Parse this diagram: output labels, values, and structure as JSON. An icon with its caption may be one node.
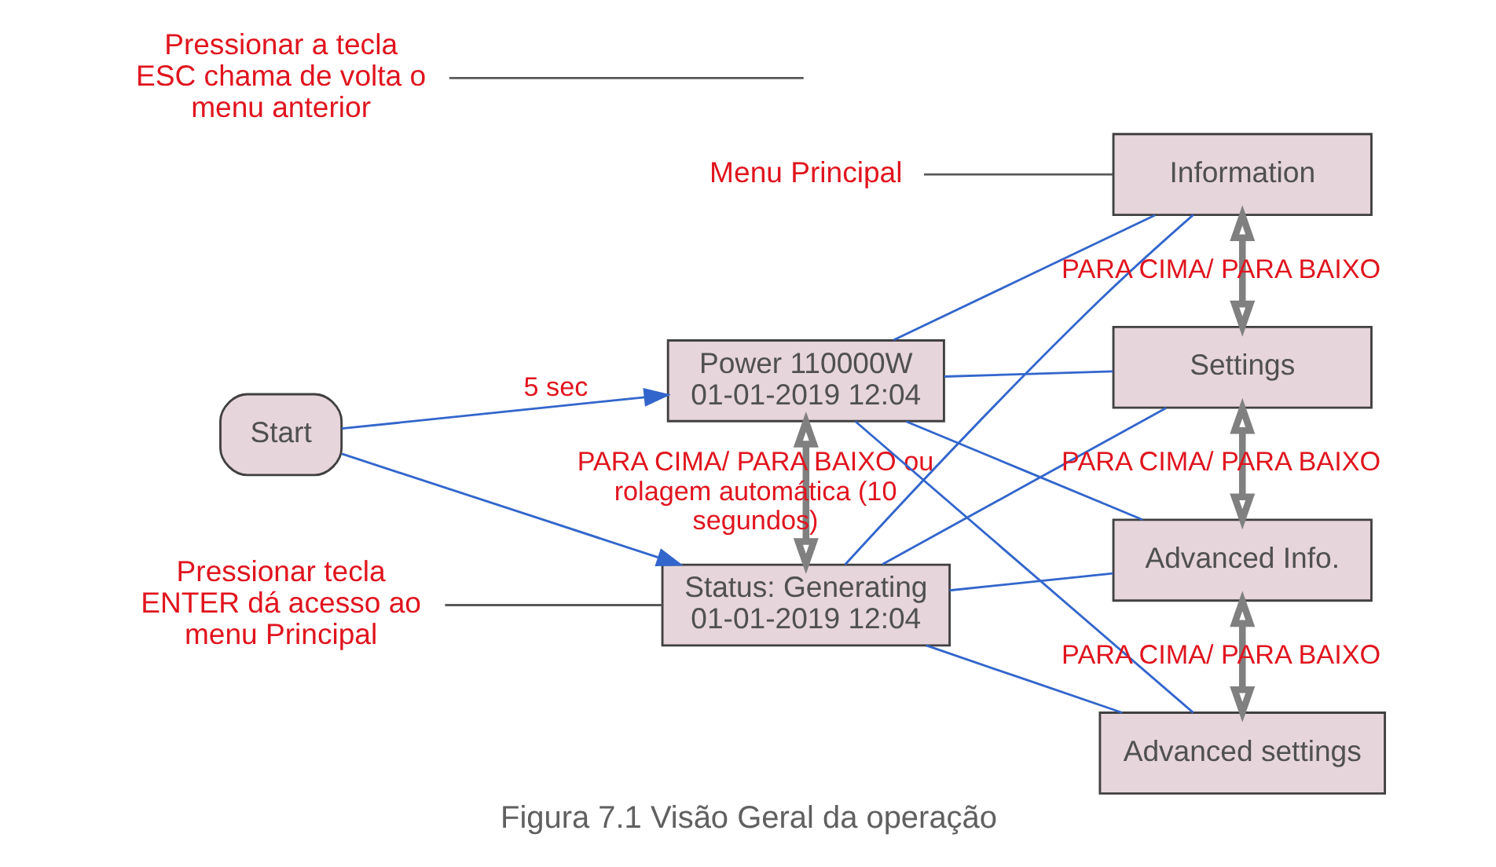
{
  "diagram": {
    "caption": "Figura 7.1 Visão Geral da operação",
    "nodes": [
      {
        "text": [
          "Start"
        ]
      },
      {
        "text": [
          "Power 110000W",
          "01-01-2019 12:04"
        ]
      },
      {
        "text": [
          "Status: Generating",
          "01-01-2019 12:04"
        ]
      },
      {
        "text": [
          "Information"
        ]
      },
      {
        "text": [
          "Settings"
        ]
      },
      {
        "text": [
          "Advanced Info."
        ]
      },
      {
        "text": [
          "Advanced settings"
        ]
      },
      {
        "text": [
          "Pressionar a tecla ESC chama de volta o menu anterior"
        ]
      },
      {
        "text": [
          "Pressionar tecla ENTER dá acesso ao menu Principal"
        ]
      },
      {
        "text": [
          "Menu Principal"
        ]
      }
    ],
    "edges": [
      {
        "from": 0,
        "to": 1,
        "arrow": "to",
        "label": "5 sec"
      },
      {
        "from": 0,
        "to": 2,
        "arrow": "to"
      },
      {
        "from": 1,
        "to": 2,
        "arrow": "both",
        "label": "PARA CIMA/ PARA BAIXO ou rolagem automática (10 segundos)",
        "style": "thick",
        "color": "#808080"
      },
      {
        "from": 1,
        "to": 3,
        "arrow": "none"
      },
      {
        "from": 1,
        "to": 4,
        "arrow": "none"
      },
      {
        "from": 1,
        "to": 5,
        "arrow": "none"
      },
      {
        "from": 1,
        "to": 6,
        "arrow": "none"
      },
      {
        "from": 2,
        "to": 3,
        "arrow": "none"
      },
      {
        "from": 2,
        "to": 4,
        "arrow": "none"
      },
      {
        "from": 2,
        "to": 5,
        "arrow": "none"
      },
      {
        "from": 2,
        "to": 6,
        "arrow": "none"
      },
      {
        "from": 3,
        "to": 4,
        "arrow": "both",
        "label": "PARA CIMA/ PARA BAIXO",
        "style": "thick",
        "color": "#808080"
      },
      {
        "from": 4,
        "to": 5,
        "arrow": "both",
        "label": "PARA CIMA/ PARA BAIXO",
        "style": "thick",
        "color": "#808080"
      },
      {
        "from": 5,
        "to": 6,
        "arrow": "both",
        "label": "PARA CIMA/ PARA BAIXO",
        "style": "thick",
        "color": "#808080"
      },
      {
        "from": 7,
        "to": null,
        "arrow": "none",
        "color": "#595959"
      },
      {
        "from": 8,
        "to": 2,
        "arrow": "none",
        "color": "#595959"
      },
      {
        "from": 9,
        "to": 3,
        "arrow": "none",
        "color": "#595959"
      }
    ]
  }
}
